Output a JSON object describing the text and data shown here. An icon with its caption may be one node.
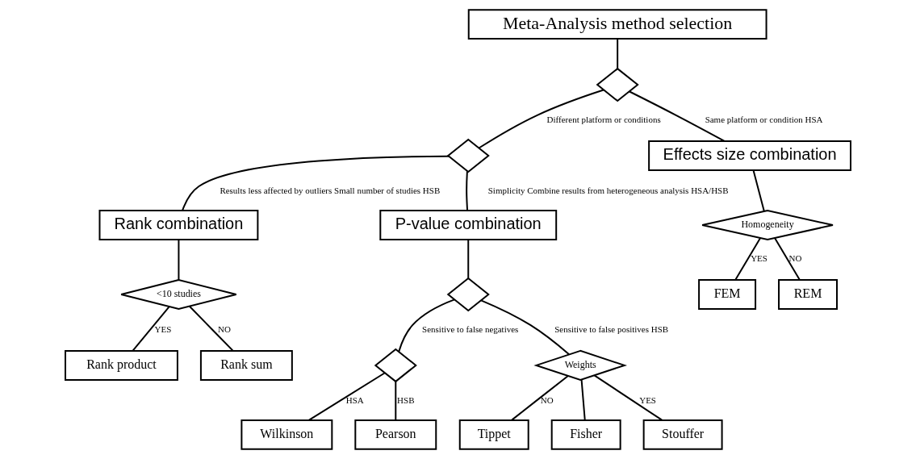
{
  "diagram": {
    "nodes": [
      {
        "text": [
          "Meta-Analysis method selection"
        ]
      },
      {
        "text": [],
        "shape": "diamond"
      },
      {
        "text": [],
        "shape": "diamond"
      },
      {
        "text": [
          "Effects size combination"
        ]
      },
      {
        "text": [
          "Homogeneity"
        ]
      },
      {
        "text": [
          "FEM"
        ]
      },
      {
        "text": [
          "REM"
        ]
      },
      {
        "text": [
          "Rank combination"
        ]
      },
      {
        "text": [
          "<10 studies"
        ]
      },
      {
        "text": [
          "Rank product"
        ]
      },
      {
        "text": [
          "Rank sum"
        ]
      },
      {
        "text": [
          "P-value combination"
        ]
      },
      {
        "text": [],
        "shape": "diamond"
      },
      {
        "text": [],
        "shape": "diamond"
      },
      {
        "text": [
          "Wilkinson"
        ]
      },
      {
        "text": [
          "Pearson"
        ]
      },
      {
        "text": [
          "Weights"
        ]
      },
      {
        "text": [
          "Tippet"
        ]
      },
      {
        "text": [
          "Fisher"
        ]
      },
      {
        "text": [
          "Stouffer"
        ]
      }
    ],
    "edges": [
      {
        "from": 0,
        "to": 1,
        "arrow": "none"
      },
      {
        "from": 1,
        "to": 3,
        "arrow": "none",
        "label": "Same platform or condition HSA"
      },
      {
        "from": 1,
        "to": 2,
        "arrow": "none",
        "label": "Different platform or conditions"
      },
      {
        "from": 2,
        "to": 7,
        "arrow": "none",
        "label": "Results less affected by outliers Small number of studies HSB"
      },
      {
        "from": 2,
        "to": 11,
        "arrow": "none",
        "label": "Simplicity Combine results from heterogeneous analysis HSA/HSB"
      },
      {
        "from": 3,
        "to": 4,
        "arrow": "none"
      },
      {
        "from": 4,
        "to": 5,
        "arrow": "none",
        "label": "YES"
      },
      {
        "from": 4,
        "to": 6,
        "arrow": "none",
        "label": "NO"
      },
      {
        "from": 7,
        "to": 8,
        "arrow": "none"
      },
      {
        "from": 8,
        "to": 9,
        "arrow": "none",
        "label": "YES"
      },
      {
        "from": 8,
        "to": 10,
        "arrow": "none",
        "label": "NO"
      },
      {
        "from": 11,
        "to": 12,
        "arrow": "none"
      },
      {
        "from": 12,
        "to": 13,
        "arrow": "none",
        "label": "Sensitive to false negatives"
      },
      {
        "from": 12,
        "to": 16,
        "arrow": "none",
        "label": "Sensitive to false positives HSB"
      },
      {
        "from": 13,
        "to": 14,
        "arrow": "none",
        "label": "HSA"
      },
      {
        "from": 13,
        "to": 15,
        "arrow": "none",
        "label": "HSB"
      },
      {
        "from": 16,
        "to": 17,
        "arrow": "none",
        "label": "NO"
      },
      {
        "from": 16,
        "to": 18,
        "arrow": "none"
      },
      {
        "from": 16,
        "to": 19,
        "arrow": "none",
        "label": "YES"
      }
    ]
  }
}
